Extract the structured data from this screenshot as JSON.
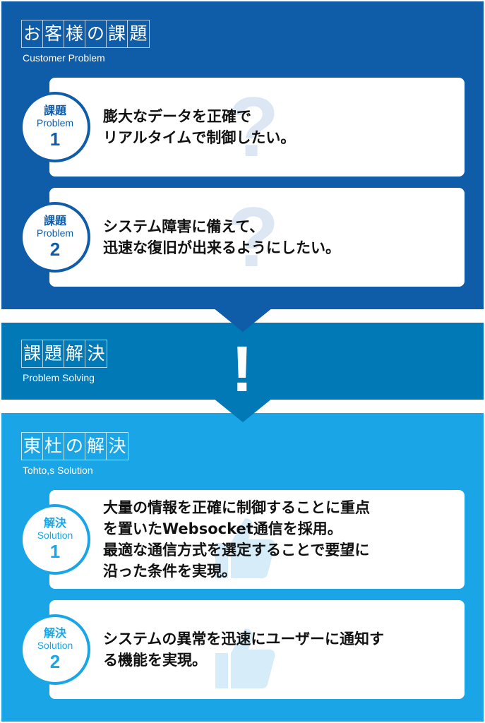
{
  "problems": {
    "title_chars": [
      "お",
      "客",
      "様",
      "の",
      "課",
      "題"
    ],
    "subtitle": "Customer  Problem",
    "items": [
      {
        "badge": "課題",
        "badge_en": "Problem",
        "number": "1",
        "text": "膨大なデータを正確で\nリアルタイムで制御したい。"
      },
      {
        "badge": "課題",
        "badge_en": "Problem",
        "number": "2",
        "text": "システム障害に備えて、\n迅速な復旧が出来るようにしたい。"
      }
    ]
  },
  "solving": {
    "title_chars": [
      "課",
      "題",
      "解",
      "決"
    ],
    "subtitle": "Problem Solving",
    "mark": "!"
  },
  "solutions": {
    "title_chars": [
      "東",
      "杜",
      "の",
      "解",
      "決"
    ],
    "subtitle": "Tohto,s Solution",
    "items": [
      {
        "badge": "解決",
        "badge_en": "Solution",
        "number": "1",
        "text": "大量の情報を正確に制御することに重点\nを置いたWebsocket通信を採用。\n最適な通信方式を選定することで要望に\n沿った条件を実現。"
      },
      {
        "badge": "解決",
        "badge_en": "Solution",
        "number": "2",
        "text": "システムの異常を迅速にユーザーに通知す\nる機能を実現。"
      }
    ]
  },
  "colors": {
    "problem": "#0f5ca8",
    "solving": "#0079b6",
    "solution": "#1aa6e6"
  }
}
